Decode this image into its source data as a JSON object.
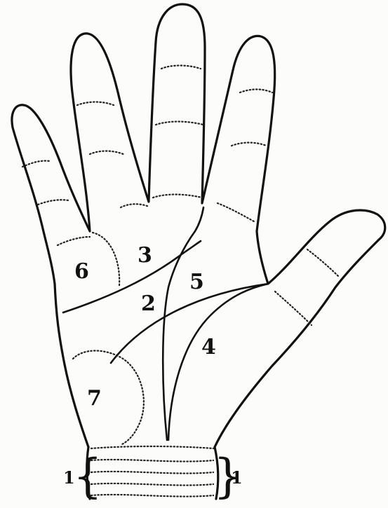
{
  "labels": {
    "one_left": "1",
    "one_right": "1",
    "two": "2",
    "three": "3",
    "four": "4",
    "five": "5",
    "six": "6",
    "seven": "7"
  },
  "colors": {
    "ink": "#111111",
    "paper": "#fcfcfa"
  }
}
